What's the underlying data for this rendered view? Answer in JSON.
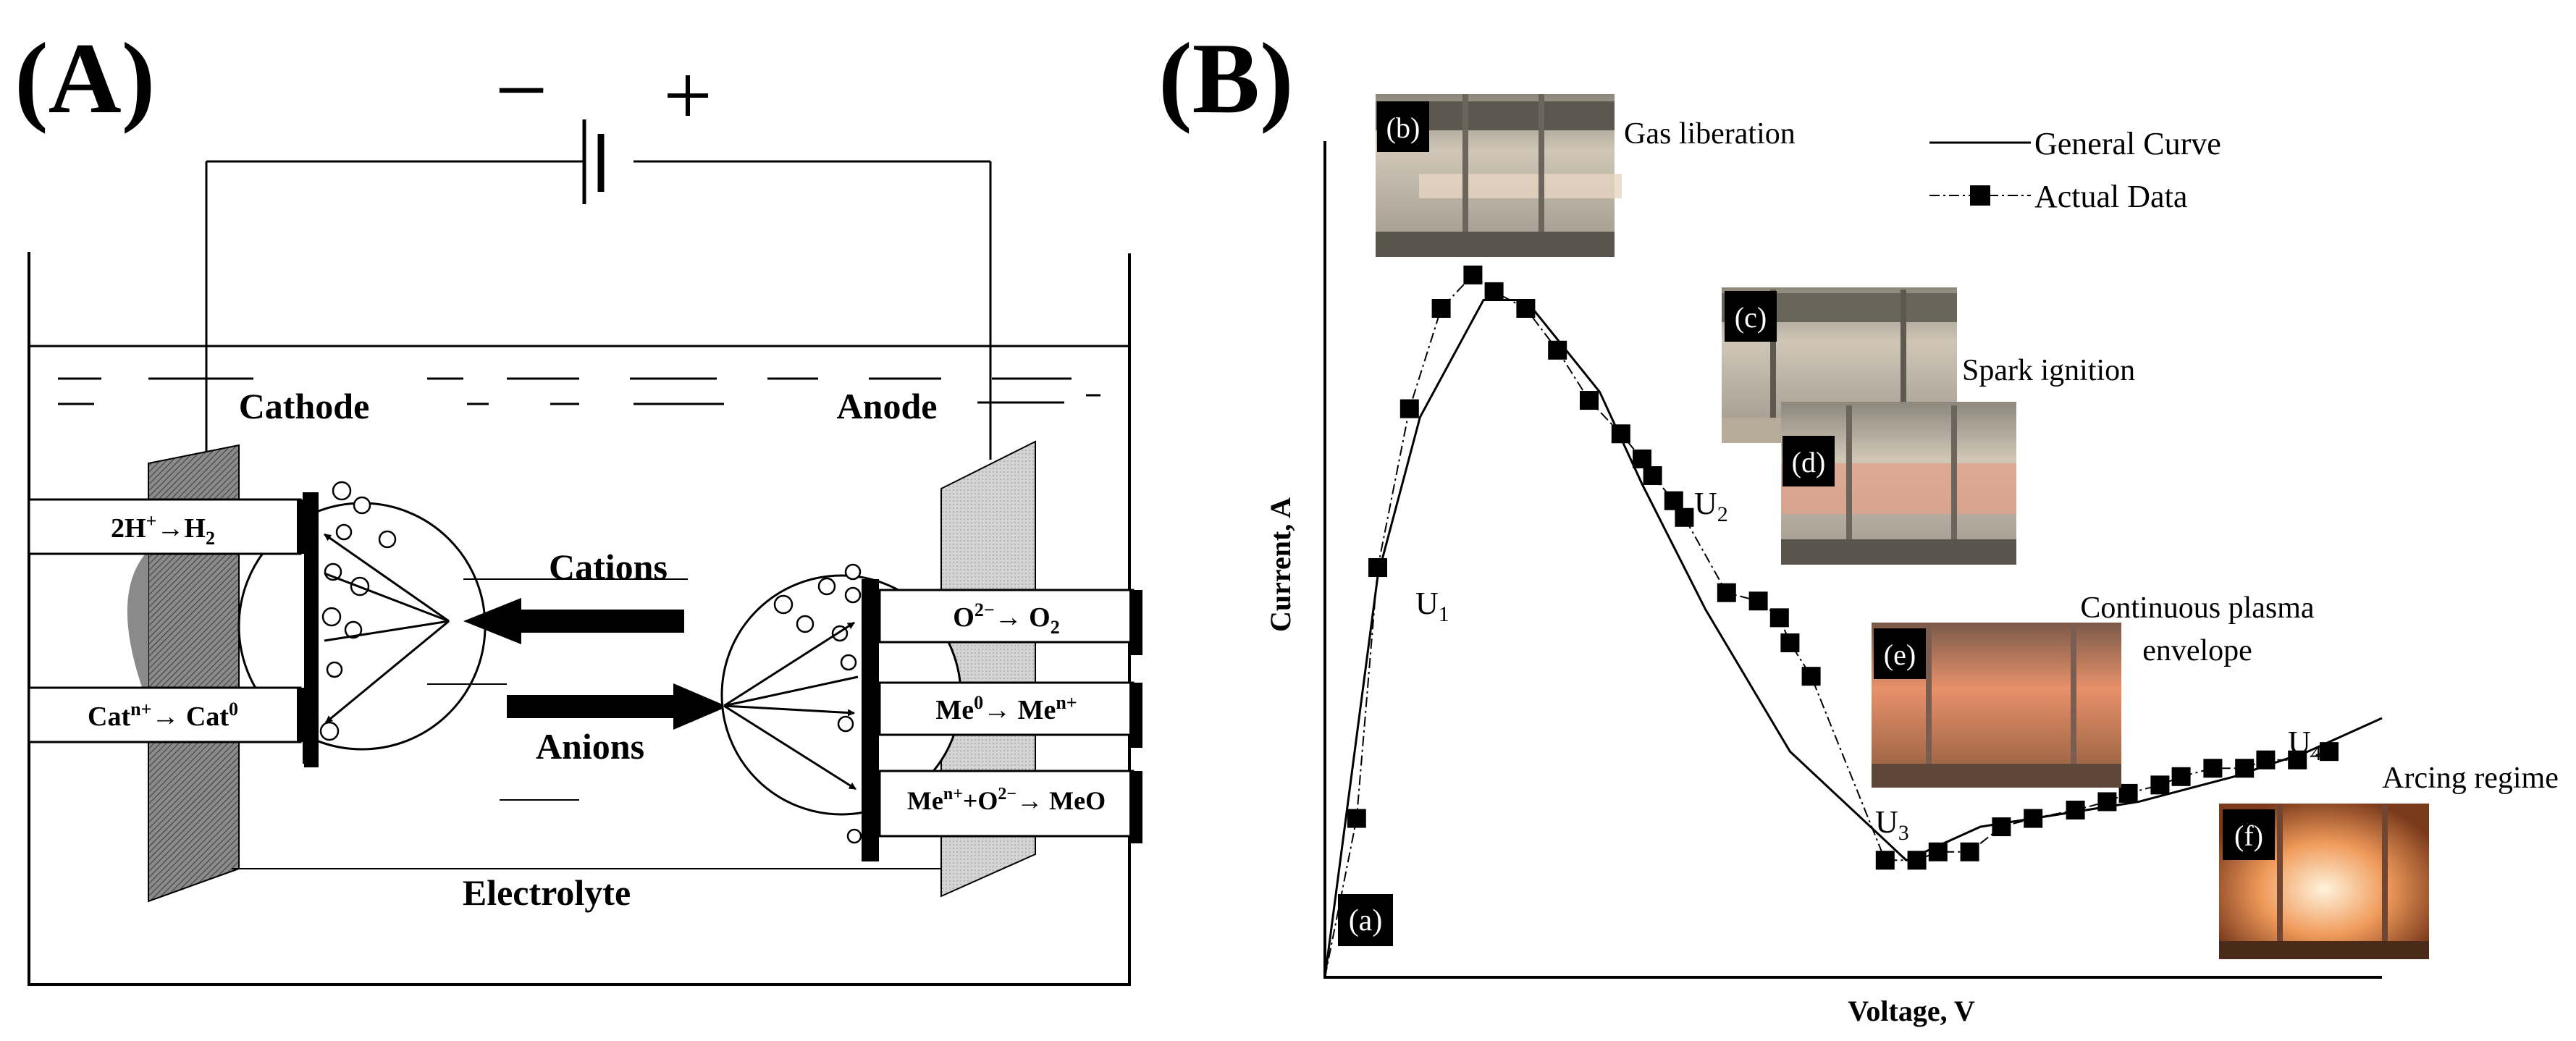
{
  "panel_a": {
    "label": "(A)",
    "battery_minus": "−",
    "battery_plus": "+",
    "cathode_label": "Cathode",
    "anode_label": "Anode",
    "cations_label": "Cations",
    "anions_label": "Anions",
    "electrolyte_label": "Electrolyte",
    "cathode_reactions": [
      {
        "base": "2H",
        "sup": "+",
        "rest": "→H",
        "sub": "2",
        "tail": ""
      },
      {
        "base": "Cat",
        "sup": "n+",
        "rest": "→ Cat",
        "sub": "",
        "tail": "",
        "sup2": "0"
      }
    ],
    "anode_reactions": [
      {
        "base": "O",
        "sup": "2−",
        "rest": "→ O",
        "sub": "2"
      },
      {
        "base": "Me",
        "sup": "0",
        "rest": "→ Me",
        "sup2": "n+"
      },
      {
        "base": "Me",
        "sup": "n+",
        "rest": "+O",
        "sup2": "2−",
        "tail": "→ MeO"
      }
    ]
  },
  "panel_b": {
    "label": "(B)",
    "xlabel": "Voltage, V",
    "ylabel": "Current, A",
    "legend": {
      "general": "General Curve",
      "actual": "Actual Data"
    },
    "stage_labels": {
      "a": "(a)",
      "b": "(b)",
      "c": "(c)",
      "d": "(d)",
      "e": "(e)",
      "f": "(f)"
    },
    "annotations": {
      "gas": "Gas liberation",
      "spark": "Spark ignition",
      "plasma1": "Continuous plasma",
      "plasma2": "envelope",
      "arcing": "Arcing regime"
    },
    "points": {
      "U1": {
        "main": "U",
        "sub": "1"
      },
      "U2": {
        "main": "U",
        "sub": "2"
      },
      "U3": {
        "main": "U",
        "sub": "3"
      },
      "U4": {
        "main": "U",
        "sub": "4"
      }
    },
    "colors": {
      "photo_glow": "#e8916a",
      "photo_glass": "#b9b2a3"
    }
  },
  "chart_data": {
    "type": "line",
    "xlabel": "Voltage, V",
    "ylabel": "Current, A",
    "series": [
      {
        "name": "General Curve",
        "values": [
          [
            0.0,
            0.0
          ],
          [
            0.05,
            0.48
          ],
          [
            0.09,
            0.67
          ],
          [
            0.15,
            0.81
          ],
          [
            0.19,
            0.81
          ],
          [
            0.26,
            0.7
          ],
          [
            0.3,
            0.59
          ],
          [
            0.36,
            0.44
          ],
          [
            0.44,
            0.27
          ],
          [
            0.55,
            0.14
          ],
          [
            0.62,
            0.18
          ],
          [
            0.77,
            0.21
          ],
          [
            0.86,
            0.24
          ],
          [
            0.93,
            0.27
          ],
          [
            1.0,
            0.31
          ]
        ]
      },
      {
        "name": "Actual Data",
        "values": [
          [
            0.03,
            0.19
          ],
          [
            0.05,
            0.49
          ],
          [
            0.08,
            0.68
          ],
          [
            0.11,
            0.8
          ],
          [
            0.14,
            0.84
          ],
          [
            0.16,
            0.82
          ],
          [
            0.19,
            0.8
          ],
          [
            0.22,
            0.75
          ],
          [
            0.25,
            0.69
          ],
          [
            0.28,
            0.65
          ],
          [
            0.3,
            0.62
          ],
          [
            0.31,
            0.6
          ],
          [
            0.33,
            0.57
          ],
          [
            0.34,
            0.55
          ],
          [
            0.38,
            0.46
          ],
          [
            0.41,
            0.45
          ],
          [
            0.43,
            0.43
          ],
          [
            0.44,
            0.4
          ],
          [
            0.46,
            0.36
          ],
          [
            0.53,
            0.14
          ],
          [
            0.56,
            0.14
          ],
          [
            0.58,
            0.15
          ],
          [
            0.61,
            0.15
          ],
          [
            0.64,
            0.18
          ],
          [
            0.67,
            0.19
          ],
          [
            0.71,
            0.2
          ],
          [
            0.74,
            0.21
          ],
          [
            0.76,
            0.22
          ],
          [
            0.79,
            0.23
          ],
          [
            0.81,
            0.24
          ],
          [
            0.84,
            0.25
          ],
          [
            0.87,
            0.25
          ],
          [
            0.89,
            0.26
          ],
          [
            0.92,
            0.26
          ],
          [
            0.95,
            0.27
          ]
        ]
      }
    ],
    "legend": "top-right",
    "grid": false
  }
}
